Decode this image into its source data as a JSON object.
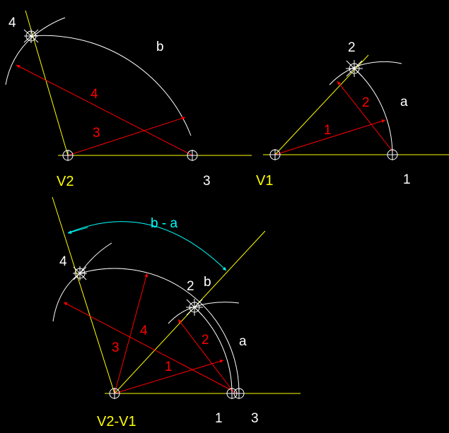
{
  "colors": {
    "background": "#000000",
    "construction_line": "#ffff00",
    "arc": "#ffffff",
    "vector": "#ff0000",
    "angle_dimension": "#00ffff",
    "label_white": "#ffffff",
    "label_yellow": "#ffff00",
    "label_red": "#ff0000"
  },
  "top_left": {
    "origin_label": "V2",
    "arc_label": "b",
    "point_4_label": "4",
    "point_3_label": "3",
    "vector_4_label": "4",
    "vector_3_label": "3"
  },
  "top_right": {
    "origin_label": "V1",
    "arc_label": "a",
    "point_2_label": "2",
    "point_1_label": "1",
    "vector_1_label": "1",
    "vector_2_label": "2"
  },
  "bottom": {
    "origin_label": "V2-V1",
    "angle_label": "b - a",
    "arc_b_label": "b",
    "arc_a_label": "a",
    "point_4_label": "4",
    "point_2_label": "2",
    "point_1_label": "1",
    "point_3_label": "3",
    "vector_1_label": "1",
    "vector_2_label": "2",
    "vector_3_label": "3",
    "vector_4_label": "4"
  }
}
